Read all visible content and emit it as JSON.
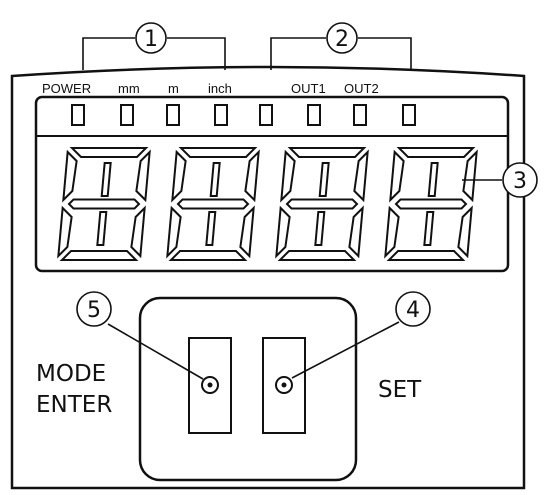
{
  "indicator_labels": [
    "POWER",
    "mm",
    "m",
    "inch",
    "",
    "OUT1",
    "OUT2",
    ""
  ],
  "callouts": [
    "1",
    "2",
    "3",
    "4",
    "5"
  ],
  "button_labels": {
    "left": [
      "MODE",
      "ENTER"
    ],
    "right": "SET"
  },
  "digit_count": 4,
  "colors": {
    "line": "#111111",
    "background": "#ffffff"
  }
}
